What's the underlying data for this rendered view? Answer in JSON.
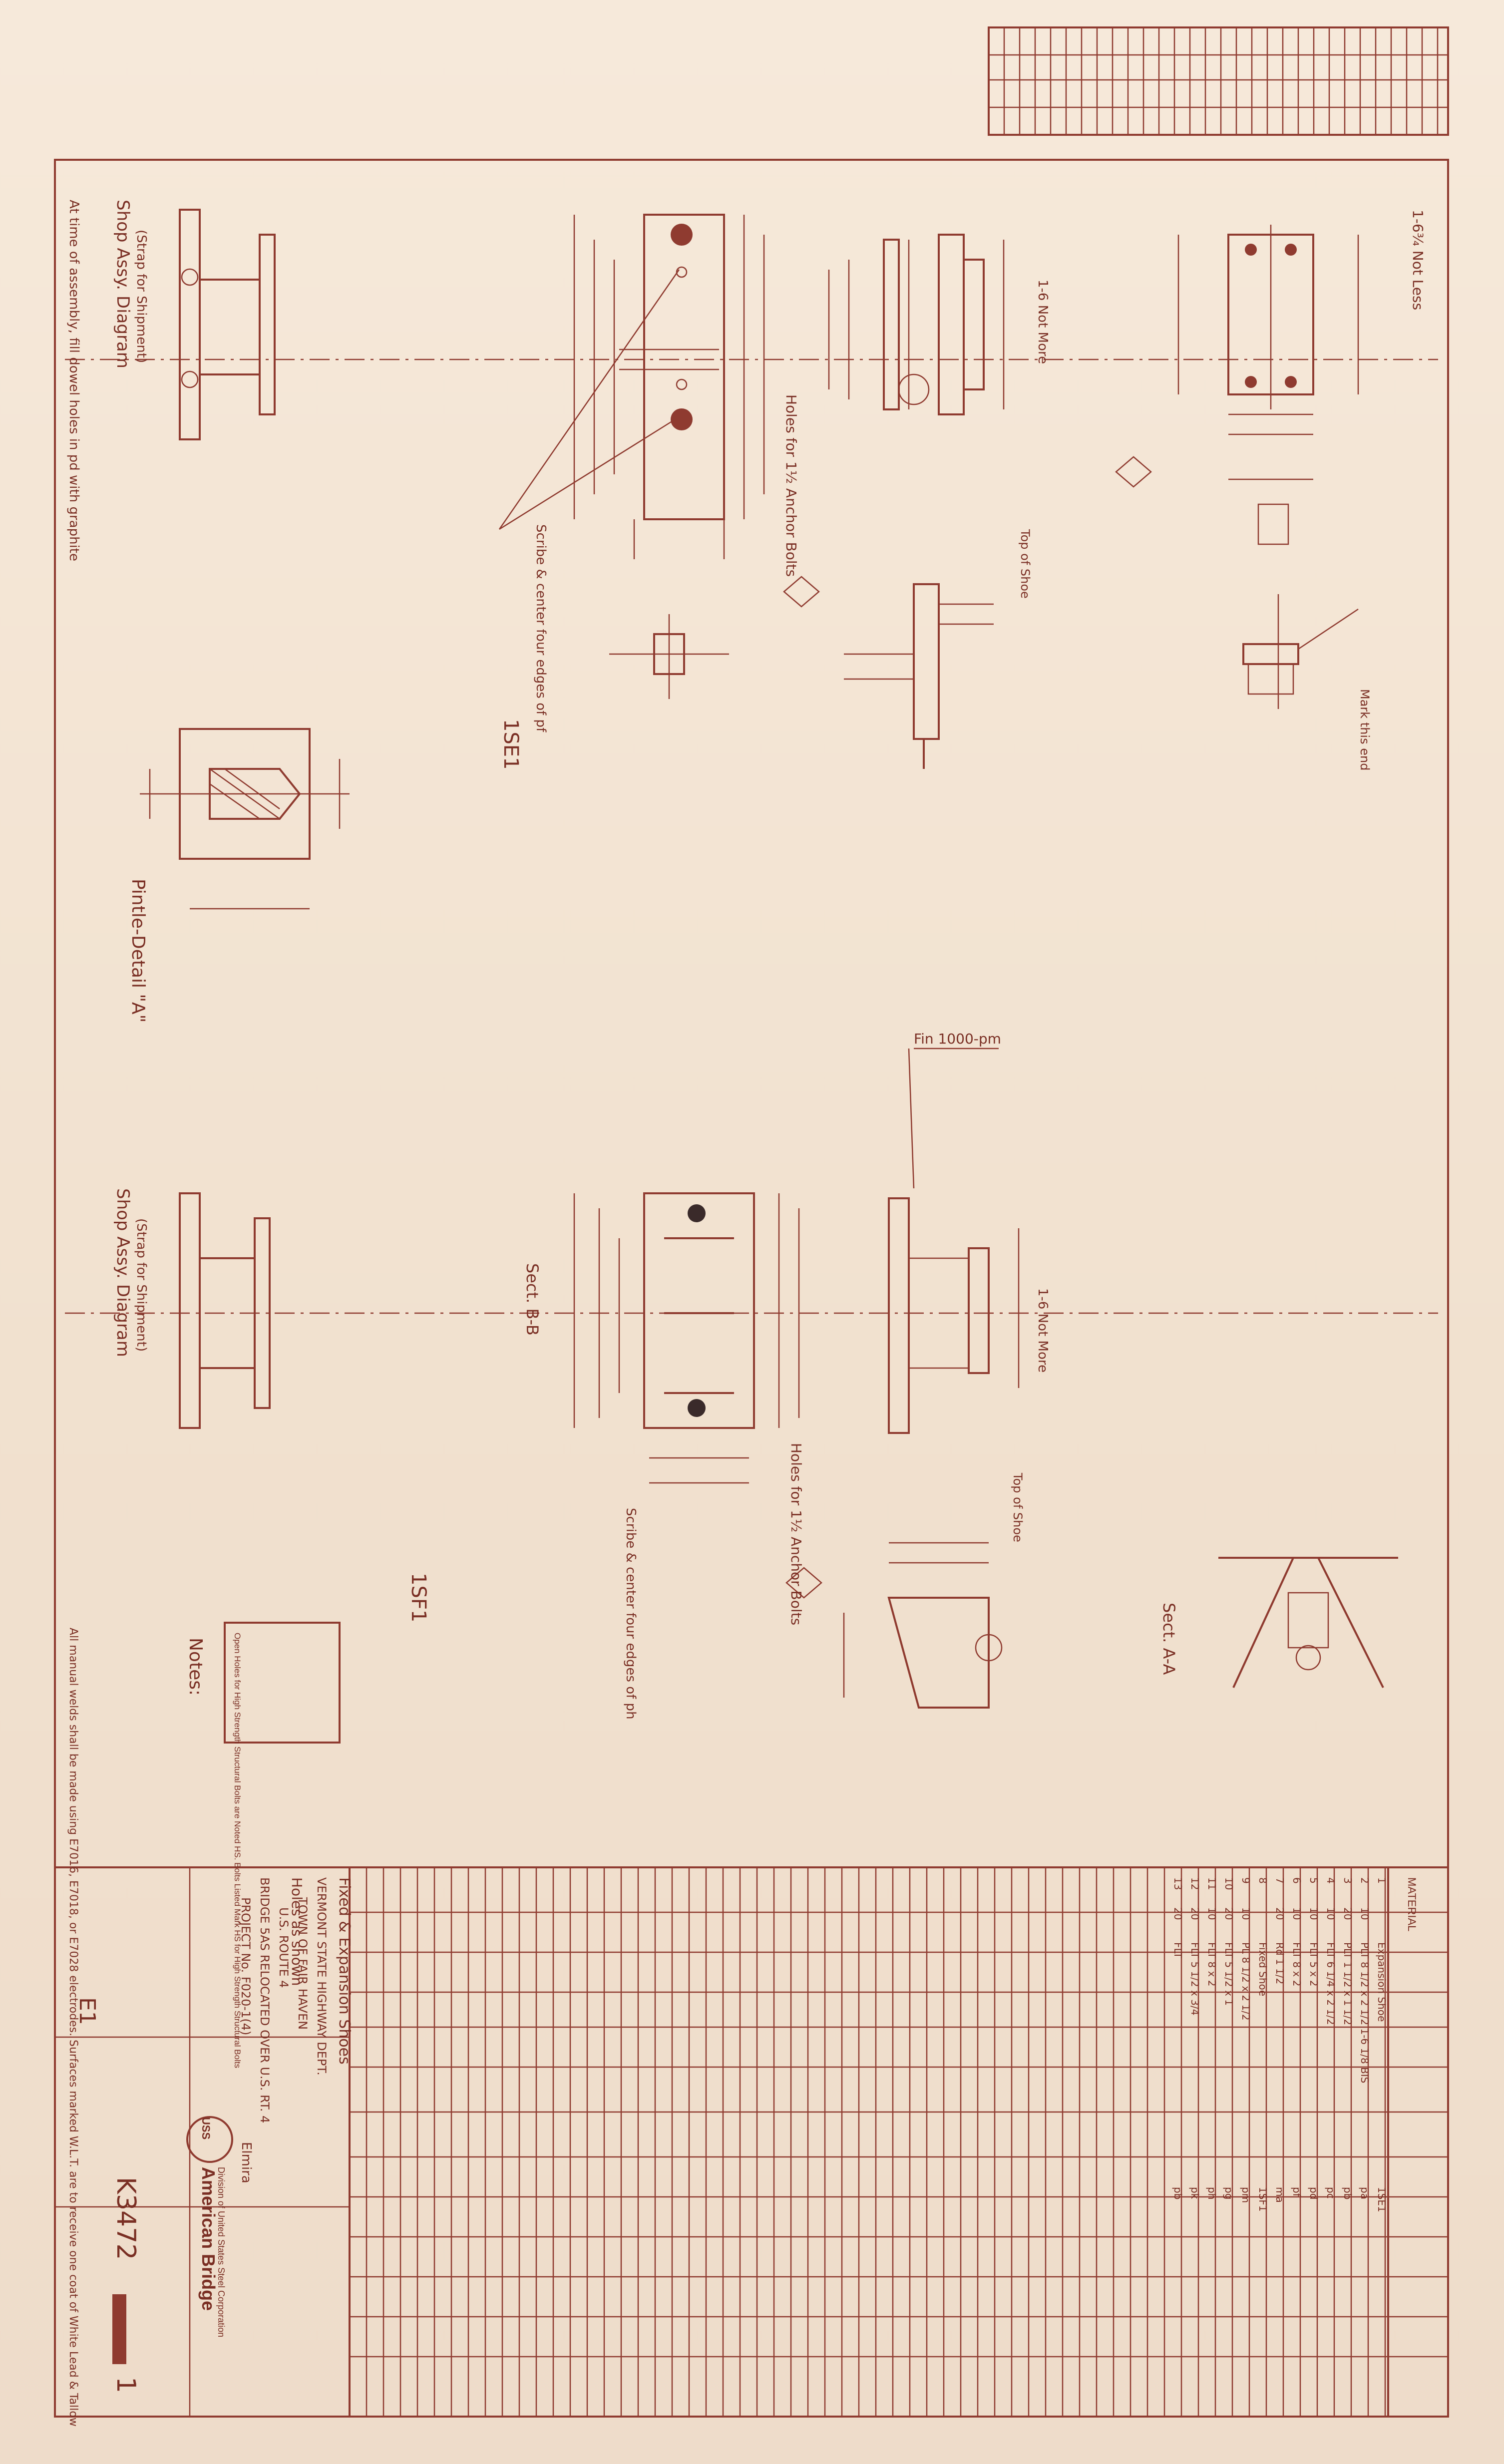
{
  "brand": {
    "title_line1": "American Bridge",
    "title_line2": "Division of United States Steel Corporation",
    "logo_text": "USS",
    "ink_color": "#8f3b30",
    "paper_color": "#f3e6d6"
  },
  "sheet": {
    "drawing_no": "K3472",
    "sheet_no": "1",
    "erection_mark": "E1"
  },
  "titleblock": {
    "line1": "Fixed & Expansion Shoes",
    "line2": "VERMONT STATE HIGHWAY DEPT.",
    "line3": "TOWN OF FAIR HAVEN",
    "line4": "U.S. ROUTE 4",
    "line5": "BRIDGE 5AS RELOCATED OVER U.S. RT. 4",
    "line6": "PROJECT No. F020-1(4)",
    "plant": "Elmira",
    "plant2": "Elmira"
  },
  "holes": {
    "label": "Holes as shown"
  },
  "notes": {
    "heading": "Notes:",
    "body": "All manual welds shall be made using E7016, E7018, or E7028 electrodes. Surfaces marked W.L.T. are to receive one coat of White Lead & Tallow"
  },
  "bolt_note": "Open Holes for High Strength Structural Bolts are Noted HS. Bolts Listed Mark HS for High Strength Structural Bolts",
  "upper": {
    "section_label": "1SE1",
    "shop_assy": "Shop Assy. Diagram",
    "shop_assy_sub": "(Strap for Shipment)",
    "assembly_note": "At time of assembly, fill dowel holes in pd with graphite",
    "pintle": "Pintle-Detail \"A\"",
    "anchor_note": "Holes for 1½ Anchor Bolts",
    "scribe_note": "Scribe & center four edges of pf",
    "not_less": "1-6¾ Not Less",
    "not_more": "1-6 Not More",
    "top_of_shoe": "Top of Shoe",
    "mark_end": "Mark this end"
  },
  "lower": {
    "section_label": "1SF1",
    "shop_assy": "Shop Assy. Diagram",
    "shop_assy_sub": "(Strap for Shipment)",
    "sect_bb": "Sect. B-B",
    "sect_aa": "Sect. A-A",
    "anchor_note": "Holes for 1½ Anchor Bolts",
    "scribe_note": "Scribe & center four edges of ph",
    "fin_note": "Fin 1000-pm",
    "not_more": "1-6 Not More",
    "top_of_shoe": "Top of Shoe"
  },
  "material": {
    "header": "MATERIAL",
    "rows": [
      {
        "no": "1",
        "pcs": "",
        "section": "Expansion Shoe",
        "mark": "1SE1"
      },
      {
        "no": "2",
        "pcs": "10",
        "section": "PLT 8 1/2 x 2 1/2 1-6 1/8 BIS",
        "mark": "pa"
      },
      {
        "no": "3",
        "pcs": "20",
        "section": "PLT 1 1/2 x 1 1/2",
        "mark": "pb"
      },
      {
        "no": "4",
        "pcs": "10",
        "section": "FLT 6 1/4 x 2 1/2",
        "mark": "pc"
      },
      {
        "no": "5",
        "pcs": "10",
        "section": "FLT 5 x 2",
        "mark": "pd"
      },
      {
        "no": "6",
        "pcs": "10",
        "section": "FLT 8 x 2",
        "mark": "pf"
      },
      {
        "no": "7",
        "pcs": "20",
        "section": "Rd 1 1/2",
        "mark": "ma"
      },
      {
        "no": "8",
        "pcs": "",
        "section": "Fixed Shoe",
        "mark": "1SF1"
      },
      {
        "no": "9",
        "pcs": "10",
        "section": "PL 8 1/2 x 2 1/2",
        "mark": "pm"
      },
      {
        "no": "10",
        "pcs": "20",
        "section": "FLT 5 1/2 x 1",
        "mark": "pg"
      },
      {
        "no": "11",
        "pcs": "10",
        "section": "FLT 8 x 2",
        "mark": "ph"
      },
      {
        "no": "12",
        "pcs": "20",
        "section": "FLT 5 1/2 x 3/4",
        "mark": "pk"
      },
      {
        "no": "13",
        "pcs": "20",
        "section": "FLT",
        "mark": "pb"
      }
    ]
  }
}
